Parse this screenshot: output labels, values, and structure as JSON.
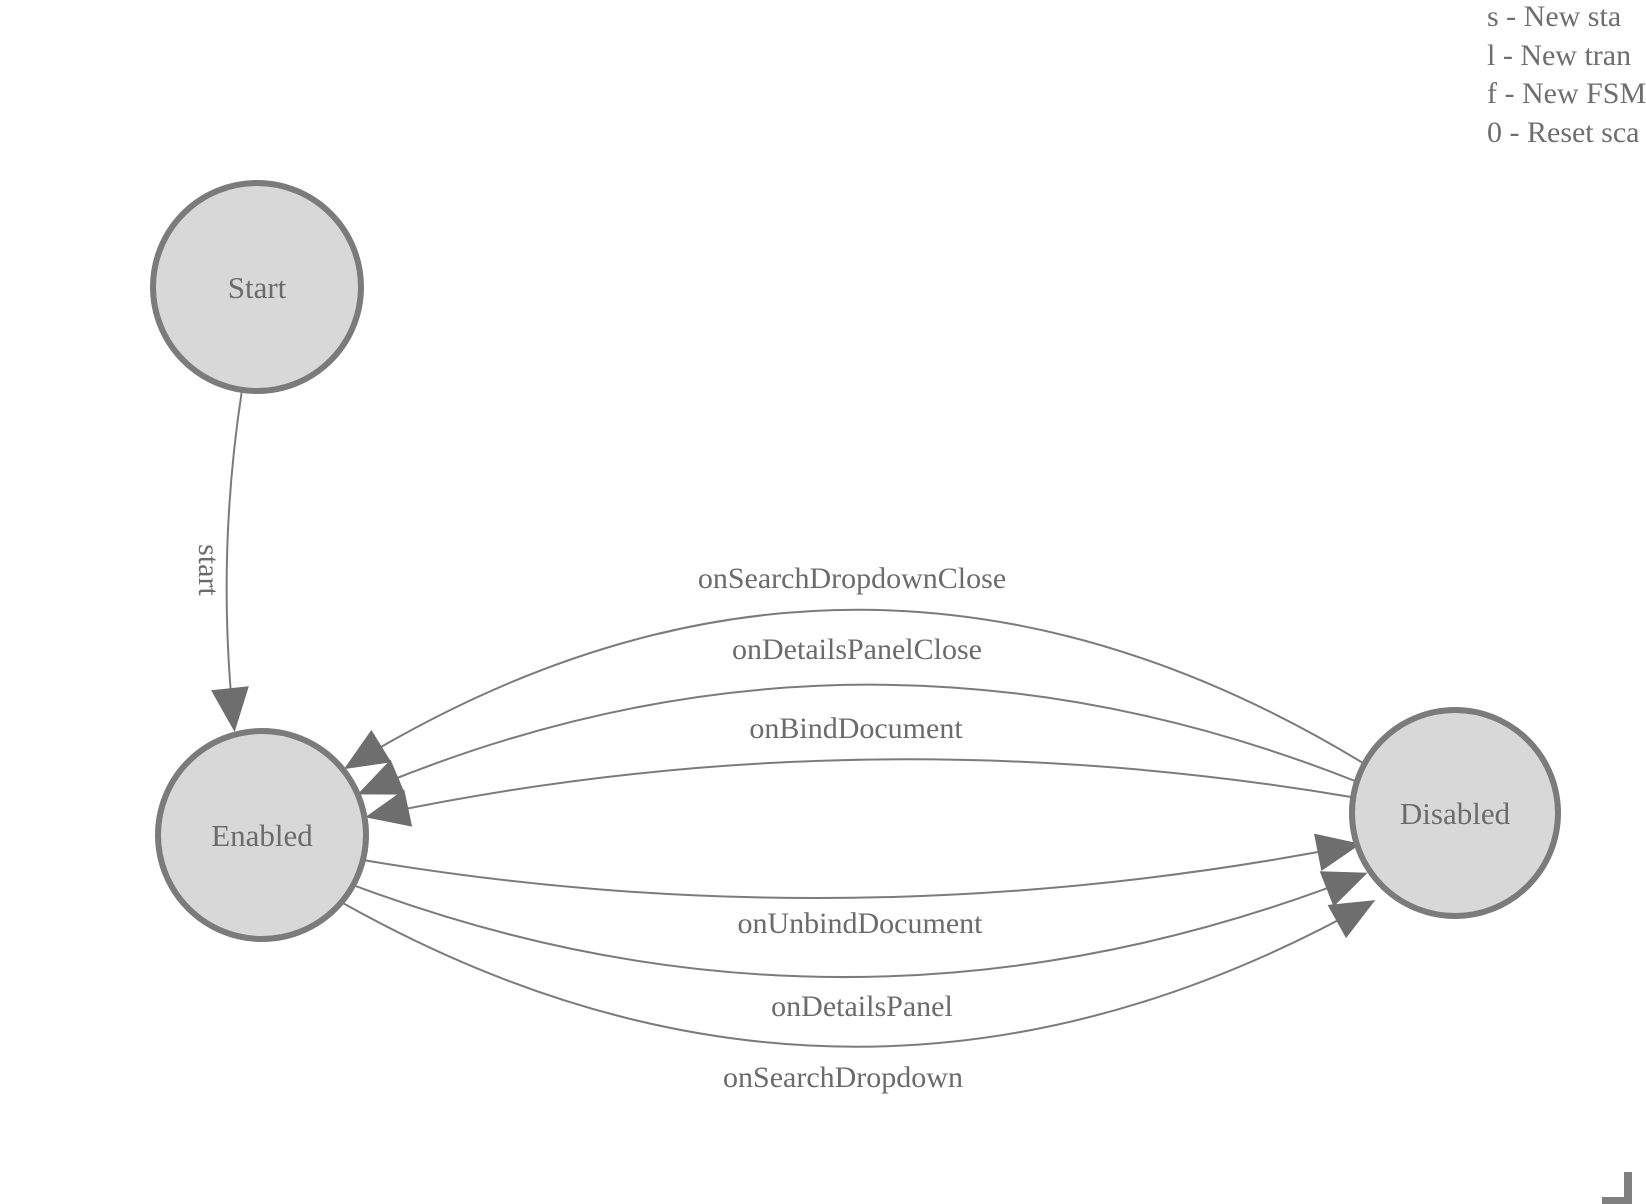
{
  "legend": {
    "items": [
      "s - New sta",
      "l - New tran",
      "f - New FSM",
      "0 - Reset sca"
    ]
  },
  "diagram": {
    "states": [
      {
        "label": "Start"
      },
      {
        "label": "Enabled"
      },
      {
        "label": "Disabled"
      }
    ],
    "transitions": [
      {
        "label": "start",
        "from": "Start",
        "to": "Enabled"
      },
      {
        "label": "onSearchDropdownClose",
        "from": "Disabled",
        "to": "Enabled"
      },
      {
        "label": "onDetailsPanelClose",
        "from": "Disabled",
        "to": "Enabled"
      },
      {
        "label": "onBindDocument",
        "from": "Disabled",
        "to": "Enabled"
      },
      {
        "label": "onUnbindDocument",
        "from": "Enabled",
        "to": "Disabled"
      },
      {
        "label": "onDetailsPanel",
        "from": "Enabled",
        "to": "Disabled"
      },
      {
        "label": "onSearchDropdown",
        "from": "Enabled",
        "to": "Disabled"
      }
    ]
  },
  "colors": {
    "state_fill": "#d8d8d8",
    "state_border": "#7b7b7b",
    "edge_stroke": "#7b7b7b",
    "arrowhead": "#6e6e6e",
    "label_text": "#6b6b6b",
    "legend_text": "#6e6e6e",
    "corner_handle": "#808080",
    "background": "#ffffff"
  }
}
